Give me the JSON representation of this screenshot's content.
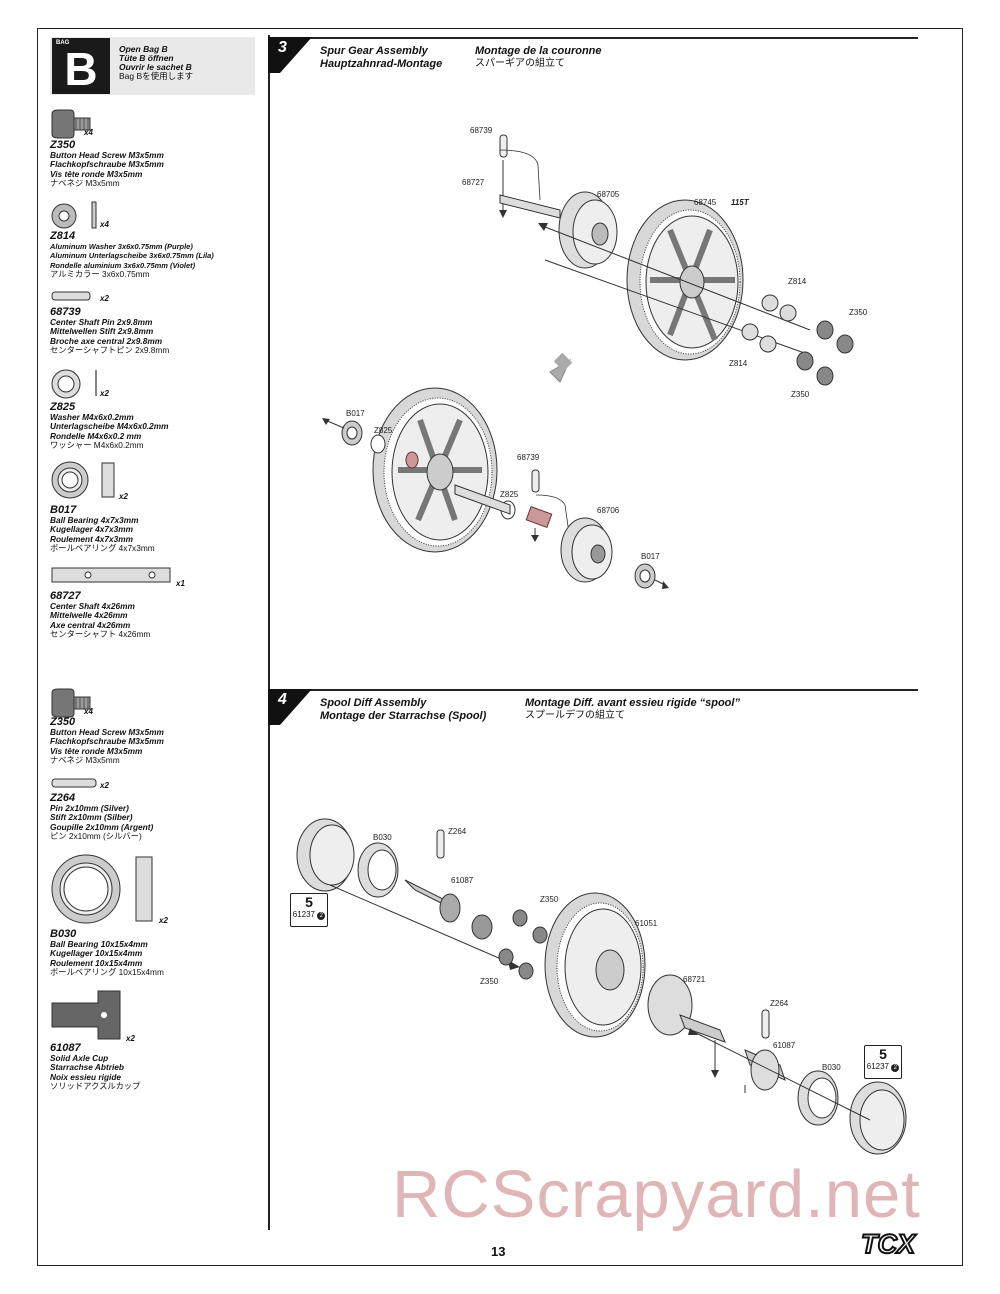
{
  "bag": {
    "label_small": "BAG",
    "letter": "B",
    "lines": [
      "Open Bag B",
      "Tüte B öffnen",
      "Ouvrir le sachet B",
      "Bag Bを使用します"
    ]
  },
  "parts_step3": [
    {
      "pno": "Z350",
      "qty": "x4",
      "lines": [
        "Button Head Screw M3x5mm",
        "Flachkopfschraube M3x5mm",
        "Vis tête ronde M3x5mm"
      ],
      "jp": "ナベネジ M3x5mm"
    },
    {
      "pno": "Z814",
      "qty": "x4",
      "lines": [
        "Aluminum Washer 3x6x0.75mm (Purple)",
        "Aluminum Unterlagscheibe 3x6x0.75mm (Lila)",
        "Rondelle aluminium 3x6x0.75mm (Violet)"
      ],
      "jp": "アルミカラー 3x6x0.75mm"
    },
    {
      "pno": "68739",
      "qty": "x2",
      "lines": [
        "Center Shaft Pin 2x9.8mm",
        "Mittelwellen Stift 2x9.8mm",
        "Broche axe central 2x9.8mm"
      ],
      "jp": "センターシャフトピン 2x9.8mm"
    },
    {
      "pno": "Z825",
      "qty": "x2",
      "lines": [
        "Washer M4x6x0.2mm",
        "Unterlagscheibe M4x6x0.2mm",
        "Rondelle M4x6x0.2 mm"
      ],
      "jp": "ワッシャー M4x6x0.2mm"
    },
    {
      "pno": "B017",
      "qty": "x2",
      "lines": [
        "Ball Bearing 4x7x3mm",
        "Kugellager 4x7x3mm",
        "Roulement 4x7x3mm"
      ],
      "jp": "ボールベアリング 4x7x3mm"
    },
    {
      "pno": "68727",
      "qty": "x1",
      "lines": [
        "Center Shaft 4x26mm",
        "Mittelwelle 4x26mm",
        "Axe central 4x26mm"
      ],
      "jp": "センターシャフト 4x26mm"
    }
  ],
  "parts_step4": [
    {
      "pno": "Z350",
      "qty": "x4",
      "lines": [
        "Button Head Screw M3x5mm",
        "Flachkopfschraube M3x5mm",
        "Vis tête ronde M3x5mm"
      ],
      "jp": "ナベネジ M3x5mm"
    },
    {
      "pno": "Z264",
      "qty": "x2",
      "lines": [
        "Pin 2x10mm (Silver)",
        "Stift 2x10mm (Silber)",
        "Goupille 2x10mm (Argent)"
      ],
      "jp": "ピン 2x10mm (シルバー)"
    },
    {
      "pno": "B030",
      "qty": "x2",
      "lines": [
        "Ball Bearing 10x15x4mm",
        "Kugellager 10x15x4mm",
        "Roulement 10x15x4mm"
      ],
      "jp": "ボールベアリング 10x15x4mm"
    },
    {
      "pno": "61087",
      "qty": "x2",
      "lines": [
        "Solid Axle Cup",
        "Starrachse Abtrieb",
        "Noix essieu rigide"
      ],
      "jp": "ソリッドアクスルカップ"
    }
  ],
  "step3": {
    "num": "3",
    "title_en": "Spur Gear Assembly",
    "title_de": "Hauptzahnrad-Montage",
    "title_fr": "Montage de la couronne",
    "title_jp": "スパーギアの組立て",
    "labels": {
      "l68739a": "68739",
      "l68727": "68727",
      "l68705": "68705",
      "l68745": "68745",
      "l115t": "115T",
      "lz814a": "Z814",
      "lz350a": "Z350",
      "lz814b": "Z814",
      "lz350b": "Z350",
      "lb017a": "B017",
      "lz825a": "Z825",
      "l68739b": "68739",
      "lz825b": "Z825",
      "l68706": "68706",
      "lb017b": "B017"
    }
  },
  "step4": {
    "num": "4",
    "title_en": "Spool Diff Assembly",
    "title_de": "Montage der Starrachse (Spool)",
    "title_fr": "Montage Diff. avant essieu rigide “spool”",
    "title_jp": "スプールデフの組立て",
    "labels": {
      "lb030a": "B030",
      "lz264a": "Z264",
      "l61087a": "61087",
      "lz350a": "Z350",
      "l61051": "61051",
      "lz350b": "Z350",
      "l68721": "68721",
      "lz264b": "Z264",
      "l61087b": "61087",
      "lb030b": "B030"
    },
    "ref_left": {
      "step": "5",
      "part": "61237"
    },
    "ref_right": {
      "step": "5",
      "part": "61237"
    },
    "ref_badge": "2"
  },
  "watermark": "RCScrapyard.net",
  "page_number": "13",
  "logo_text": "TCX"
}
